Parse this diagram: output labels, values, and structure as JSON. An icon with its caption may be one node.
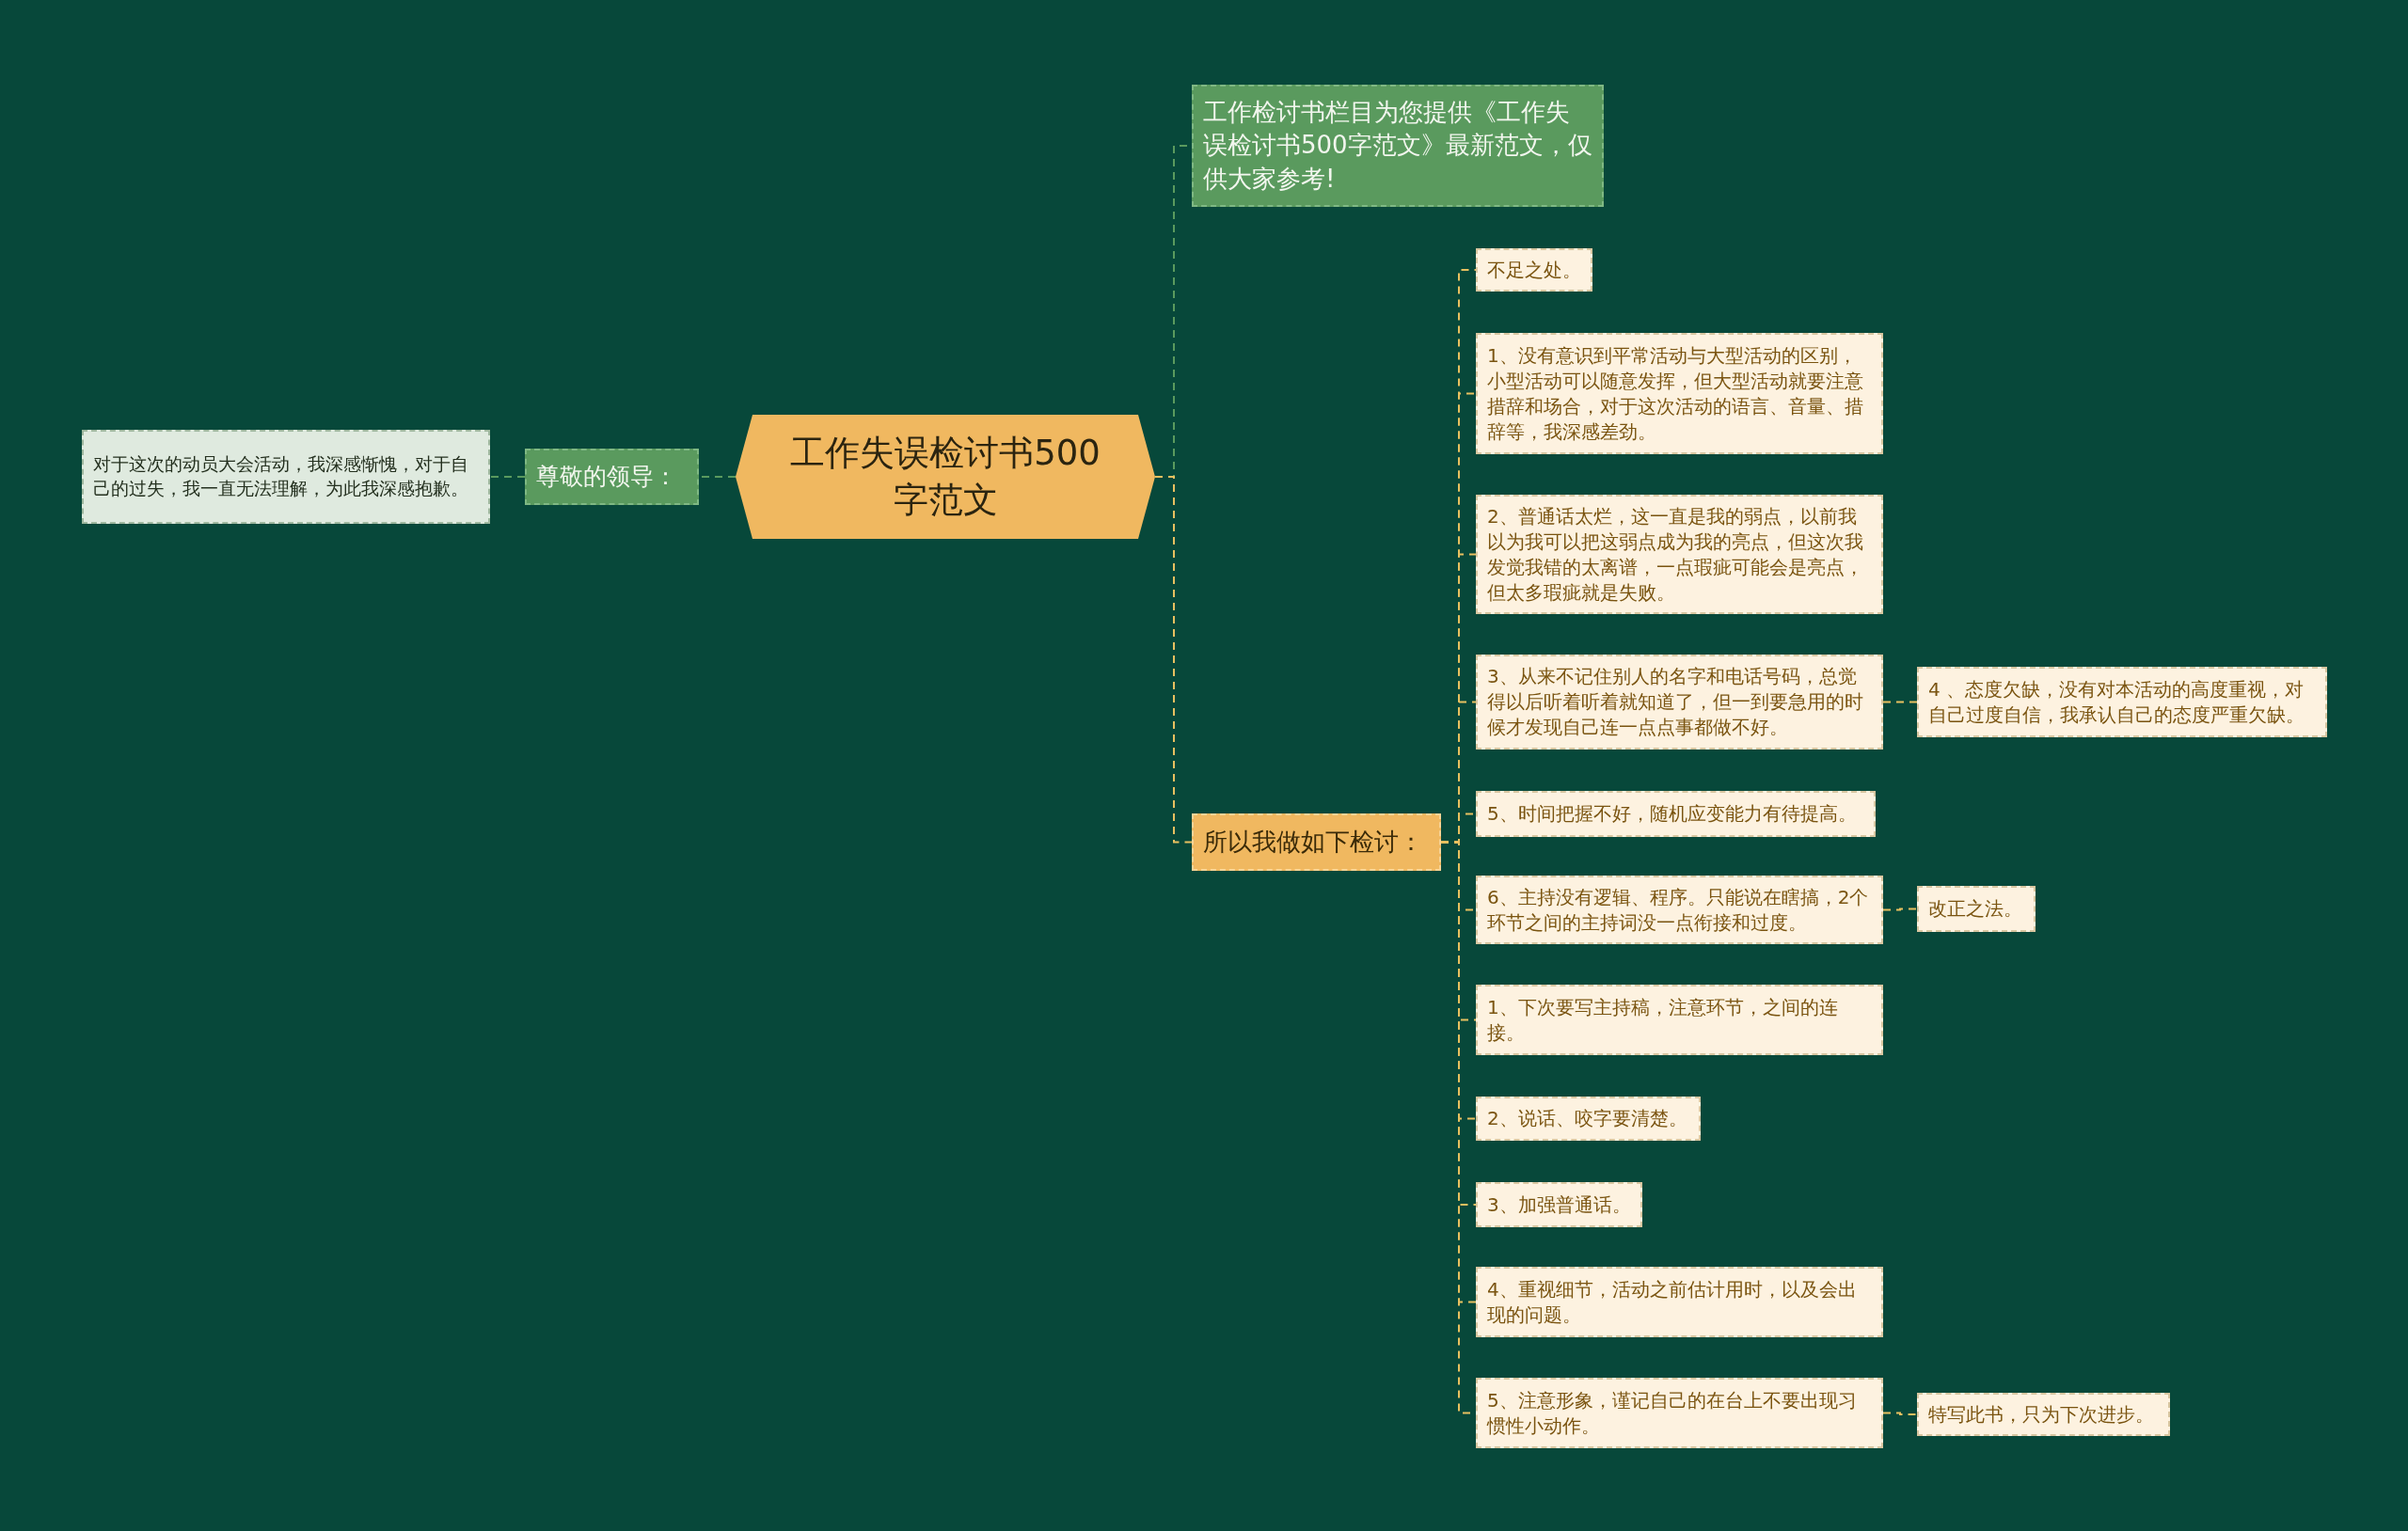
{
  "diagram": {
    "nodes": [
      {
        "text": [
          "工作失误检讨书500字范文"
        ]
      },
      {
        "text": [
          "尊敬的领导："
        ]
      },
      {
        "text": [
          "对于这次的动员大会活动，我深感惭愧，对于自己的过失，我一直无法理解，为此我深感抱歉。"
        ]
      },
      {
        "text": [
          "工作检讨书栏目为您提供《工作失误检讨书500字范文》最新范文，仅供大家参考!"
        ]
      },
      {
        "text": [
          "所以我做如下检讨："
        ]
      },
      {
        "text": [
          "不足之处。"
        ]
      },
      {
        "text": [
          "1、没有意识到平常活动与大型活动的区别，小型活动可以随意发挥，但大型活动就要注意措辞和场合，对于这次活动的语言、音量、措辞等，我深感差劲。"
        ]
      },
      {
        "text": [
          "2、普通话太烂，这一直是我的弱点，以前我以为我可以把这弱点成为我的亮点，但这次我发觉我错的太离谱，一点瑕疵可能会是亮点，但太多瑕疵就是失败。"
        ]
      },
      {
        "text": [
          "3、从来不记住别人的名字和电话号码，总觉得以后听着听着就知道了，但一到要急用的时候才发现自己连一点点事都做不好。"
        ]
      },
      {
        "text": [
          "4 、态度欠缺，没有对本活动的高度重视，对自己过度自信，我承认自己的态度严重欠缺。"
        ]
      },
      {
        "text": [
          "5、时间把握不好，随机应变能力有待提高。"
        ]
      },
      {
        "text": [
          "6、主持没有逻辑、程序。只能说在瞎搞，2个环节之间的主持词没一点衔接和过度。"
        ]
      },
      {
        "text": [
          "改正之法。"
        ]
      },
      {
        "text": [
          "1、下次要写主持稿，注意环节，之间的连接。"
        ]
      },
      {
        "text": [
          "2、说话、咬字要清楚。"
        ]
      },
      {
        "text": [
          "3、加强普通话。"
        ]
      },
      {
        "text": [
          "4、重视细节，活动之前估计用时，以及会出现的问题。"
        ]
      },
      {
        "text": [
          "5、注意形象，谨记自己的在台上不要出现习惯性小动作。"
        ]
      },
      {
        "text": [
          "特写此书，只为下次进步。"
        ]
      }
    ],
    "edges": [
      {
        "from": 0,
        "to": 1,
        "arrow": "none",
        "color": "#5a9a5e"
      },
      {
        "from": 1,
        "to": 2,
        "arrow": "none",
        "color": "#5a9a5e"
      },
      {
        "from": 0,
        "to": 3,
        "arrow": "none",
        "color": "#5a9a5e"
      },
      {
        "from": 0,
        "to": 4,
        "arrow": "none"
      },
      {
        "from": 4,
        "to": 5,
        "arrow": "none"
      },
      {
        "from": 4,
        "to": 6,
        "arrow": "none"
      },
      {
        "from": 4,
        "to": 7,
        "arrow": "none"
      },
      {
        "from": 4,
        "to": 8,
        "arrow": "none"
      },
      {
        "from": 8,
        "to": 9,
        "arrow": "none"
      },
      {
        "from": 4,
        "to": 10,
        "arrow": "none"
      },
      {
        "from": 4,
        "to": 11,
        "arrow": "none"
      },
      {
        "from": 11,
        "to": 12,
        "arrow": "none"
      },
      {
        "from": 4,
        "to": 13,
        "arrow": "none"
      },
      {
        "from": 4,
        "to": 14,
        "arrow": "none"
      },
      {
        "from": 4,
        "to": 15,
        "arrow": "none"
      },
      {
        "from": 4,
        "to": 16,
        "arrow": "none"
      },
      {
        "from": 4,
        "to": 17,
        "arrow": "none"
      },
      {
        "from": 17,
        "to": 18,
        "arrow": "none"
      }
    ]
  }
}
